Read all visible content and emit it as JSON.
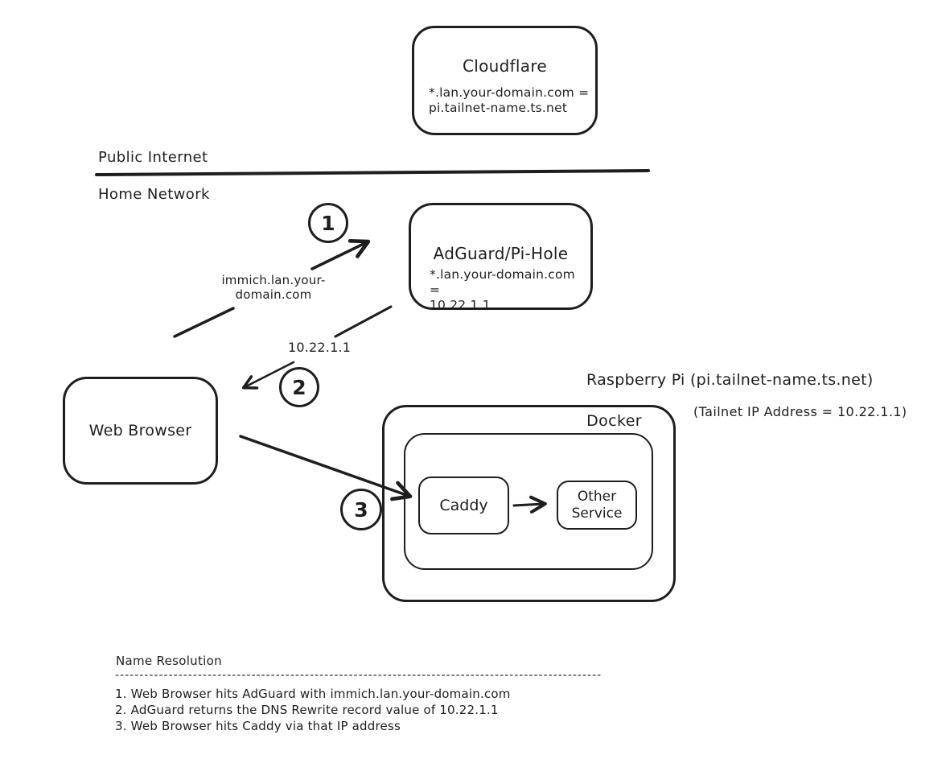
{
  "colors": {
    "ink": "#1e1e1e",
    "background": "#ffffff"
  },
  "zones": {
    "public_internet": "Public Internet",
    "home_network": "Home Network"
  },
  "nodes": {
    "cloudflare": {
      "title": "Cloudflare",
      "record_line1": "*.lan.your-domain.com =",
      "record_line2": "pi.tailnet-name.ts.net"
    },
    "adguard": {
      "title": "AdGuard/Pi-Hole",
      "record_line1": "*.lan.your-domain.com =",
      "record_line2": "10.22.1.1"
    },
    "web_browser": {
      "title": "Web Browser"
    },
    "raspberry_pi": {
      "label": "Raspberry Pi (pi.tailnet-name.ts.net)",
      "sublabel": "(Tailnet IP Address = 10.22.1.1)"
    },
    "docker": {
      "label": "Docker"
    },
    "caddy": {
      "title": "Caddy"
    },
    "other_service": {
      "title": "Other Service"
    }
  },
  "edges": {
    "request_domain_line1": "immich.lan.your-",
    "request_domain_line2": "domain.com",
    "resolved_ip": "10.22.1.1"
  },
  "steps": {
    "step1": "1",
    "step2": "2",
    "step3": "3"
  },
  "notes": {
    "title": "Name Resolution",
    "divider": "----------------------------------------------------------------------------------------------------",
    "items": [
      "1. Web Browser hits AdGuard with immich.lan.your-domain.com",
      "2. AdGuard returns the DNS Rewrite record value of 10.22.1.1",
      "3. Web Browser hits Caddy via that IP address"
    ]
  }
}
